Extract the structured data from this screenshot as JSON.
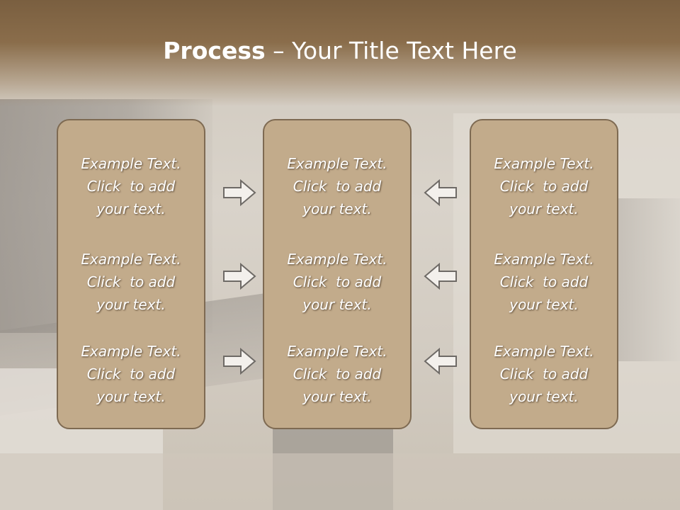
{
  "title": {
    "bold": "Process",
    "rest": " – Your Title Text Here"
  },
  "columns": [
    {
      "cells": [
        [
          "Example Text.",
          "Click  to add",
          "your text."
        ],
        [
          "Example Text.",
          "Click  to add",
          "your text."
        ],
        [
          "Example Text.",
          "Click  to add",
          "your text."
        ]
      ]
    },
    {
      "cells": [
        [
          "Example Text.",
          "Click  to add",
          "your text."
        ],
        [
          "Example Text.",
          "Click  to add",
          "your text."
        ],
        [
          "Example Text.",
          "Click  to add",
          "your text."
        ]
      ]
    },
    {
      "cells": [
        [
          "Example Text.",
          "Click  to add",
          "your text."
        ],
        [
          "Example Text.",
          "Click  to add",
          "your text."
        ],
        [
          "Example Text.",
          "Click  to add",
          "your text."
        ]
      ]
    }
  ],
  "icons": {
    "right_arrow": "arrow-right-icon",
    "left_arrow": "arrow-left-icon"
  },
  "colors": {
    "header": "#8a6d4b",
    "box_fill": "#c2ab8b",
    "box_border": "#7e6a52",
    "text": "#ffffff"
  }
}
